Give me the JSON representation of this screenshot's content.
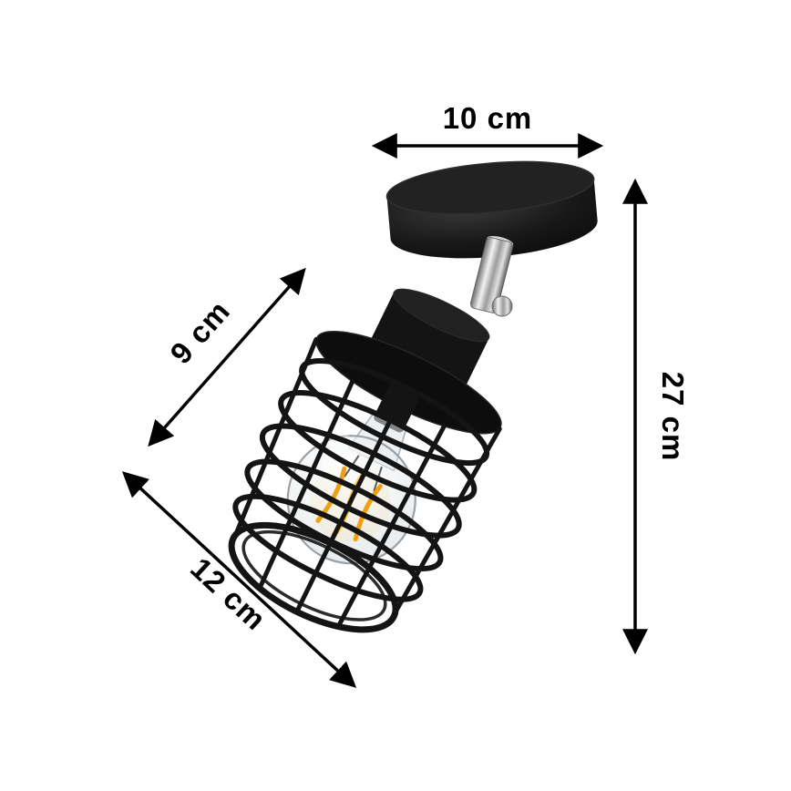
{
  "figure": {
    "type": "product-dimension-diagram",
    "subject": "black wire-cage ceiling spotlight with filament bulb",
    "background": "#ffffff"
  },
  "dimensions": {
    "canopy_width": {
      "label": "10 cm"
    },
    "total_height": {
      "label": "27 cm"
    },
    "cage_height": {
      "label": "9 cm"
    },
    "cage_diameter": {
      "label": "12 cm"
    }
  },
  "colors": {
    "lamp_black": "#141414",
    "deep_black": "#0d0d0d",
    "chrome": "#c9c9c9",
    "filament_amber": "#ef9f14",
    "filament_bright": "#ffc23d",
    "glass_edge": "#9aa0a4",
    "annotation": "#000000"
  }
}
